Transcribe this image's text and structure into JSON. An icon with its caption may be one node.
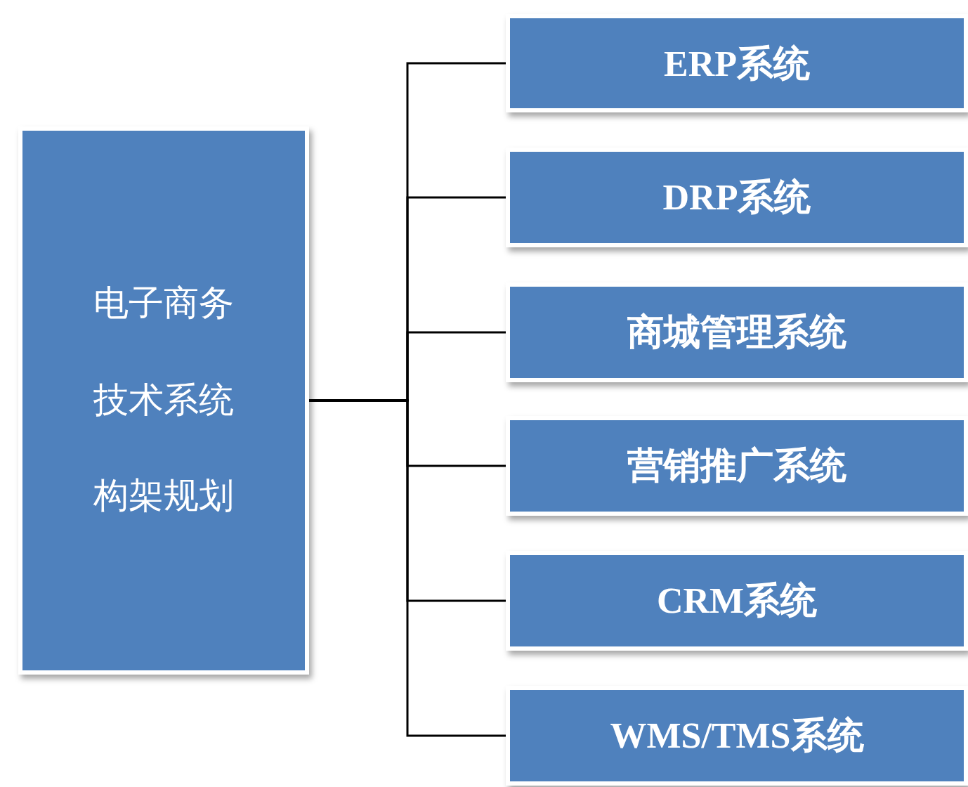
{
  "diagram": {
    "nodes": [
      {
        "text": [
          "电子商务技术系统构架规划"
        ]
      },
      {
        "text": [
          "ERP系统"
        ]
      },
      {
        "text": [
          "DRP系统"
        ]
      },
      {
        "text": [
          "商城管理系统"
        ]
      },
      {
        "text": [
          "营销推广系统"
        ]
      },
      {
        "text": [
          "CRM系统"
        ]
      },
      {
        "text": [
          "WMS/TMS系统"
        ]
      }
    ],
    "edges": [
      {
        "from": 0,
        "to": 1,
        "arrow": "none"
      },
      {
        "from": 0,
        "to": 2,
        "arrow": "none"
      },
      {
        "from": 0,
        "to": 3,
        "arrow": "none"
      },
      {
        "from": 0,
        "to": 4,
        "arrow": "none"
      },
      {
        "from": 0,
        "to": 5,
        "arrow": "none"
      },
      {
        "from": 0,
        "to": 6,
        "arrow": "none"
      }
    ]
  }
}
